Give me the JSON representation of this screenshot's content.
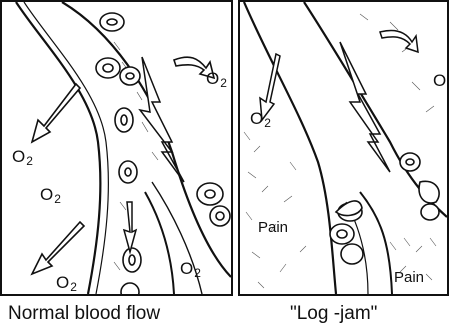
{
  "left_panel": {
    "caption": "Normal blood flow",
    "oxygen_labels": [
      {
        "base": "O",
        "sub": "2"
      },
      {
        "base": "O",
        "sub": "2"
      },
      {
        "base": "O",
        "sub": "2"
      },
      {
        "base": "O",
        "sub": "2"
      },
      {
        "base": "O",
        "sub": "2"
      }
    ]
  },
  "right_panel": {
    "caption": "\"Log -jam\"",
    "oxygen_labels": [
      {
        "base": "O",
        "sub": "2"
      },
      {
        "base": "O",
        "sub": ""
      }
    ],
    "pain_labels": [
      "Pain",
      "Pain"
    ]
  }
}
